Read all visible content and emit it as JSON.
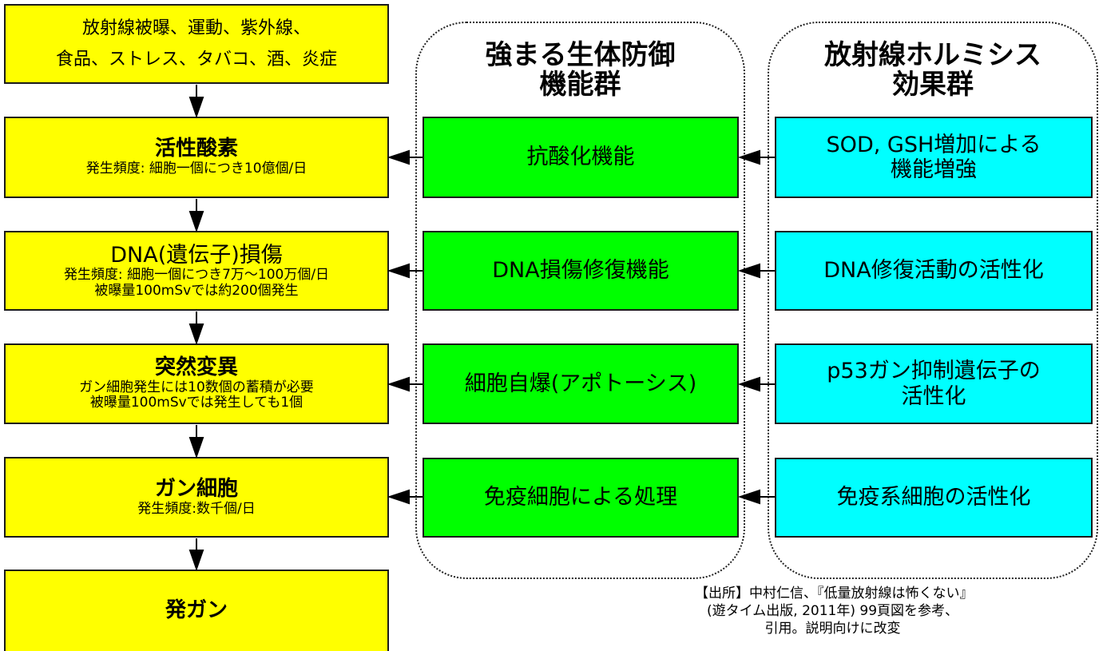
{
  "colors": {
    "cause_box": "#ffff00",
    "defense_box": "#00ff00",
    "hormesis_box": "#00ffff",
    "border": "#1a1a1a"
  },
  "cause_chain": [
    {
      "title": "",
      "lines": [
        "放射線被曝、運動、紫外線、",
        "食品、ストレス、タバコ、酒、炎症"
      ]
    },
    {
      "title": "活性酸素",
      "lines": [
        "発生頻度: 細胞一個につき10億個/日"
      ]
    },
    {
      "title": "DNA(遺伝子)損傷",
      "lines": [
        "発生頻度: 細胞一個につき7万～100万個/日",
        "被曝量100mSvでは約200個発生"
      ]
    },
    {
      "title": "突然変異",
      "lines": [
        "ガン細胞発生には10数個の蓄積が必要",
        "被曝量100mSvでは発生しても1個"
      ]
    },
    {
      "title": "ガン細胞",
      "lines": [
        "発生頻度:数千個/日"
      ]
    },
    {
      "title": "発ガン",
      "lines": []
    }
  ],
  "defense_group": {
    "title_line1": "強まる生体防御",
    "title_line2": "機能群",
    "items": [
      {
        "label": "抗酸化機能"
      },
      {
        "label": "DNA損傷修復機能"
      },
      {
        "label": "細胞自爆(アポトーシス)"
      },
      {
        "label": "免疫細胞による処理"
      }
    ]
  },
  "hormesis_group": {
    "title_line1": "放射線ホルミシス",
    "title_line2": "効果群",
    "items": [
      {
        "line1": "SOD, GSH増加による",
        "line2": "機能増強"
      },
      {
        "line1": "DNA修復活動の活性化",
        "line2": ""
      },
      {
        "line1": "p53ガン抑制遺伝子の",
        "line2": "活性化"
      },
      {
        "line1": "免疫系細胞の活性化",
        "line2": ""
      }
    ]
  },
  "citation": {
    "line1": "【出所】中村仁信、『低量放射線は怖くない』",
    "line2": "(遊タイム出版, 2011年) 99頁図を参考、",
    "line3": "引用。説明向けに改変"
  }
}
